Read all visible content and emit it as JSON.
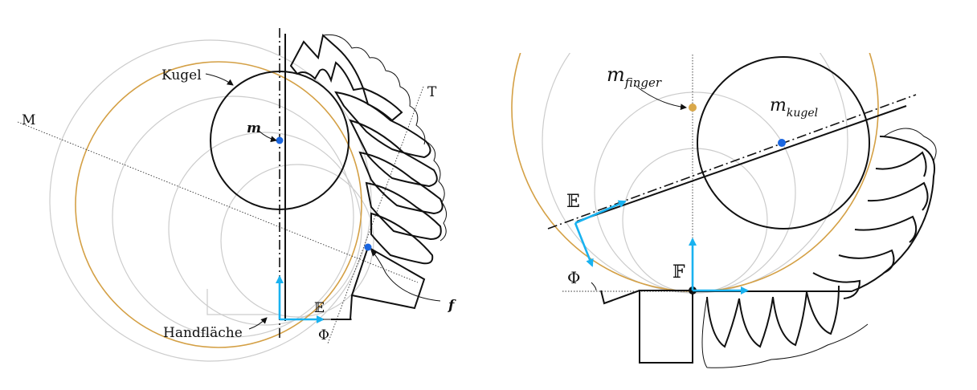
{
  "colors": {
    "accent_arrow": "#19b2f0",
    "gold_circle": "#d4a045",
    "gold_point": "#d9a84a",
    "blue_point": "#1a66e0",
    "construction_gray": "#cccccc"
  },
  "left": {
    "labels": {
      "kugel": "Kugel",
      "m": "m",
      "M": "M",
      "T": "T",
      "E": "𝔼",
      "phi": "Φ",
      "f": "f",
      "handflaeche": "Handfläche"
    }
  },
  "right": {
    "labels": {
      "m_finger_base": "m",
      "m_finger_sub": "finger",
      "m_kugel_base": "m",
      "m_kugel_sub": "kugel",
      "E": "𝔼",
      "phi": "Φ",
      "F": "𝔽"
    }
  }
}
